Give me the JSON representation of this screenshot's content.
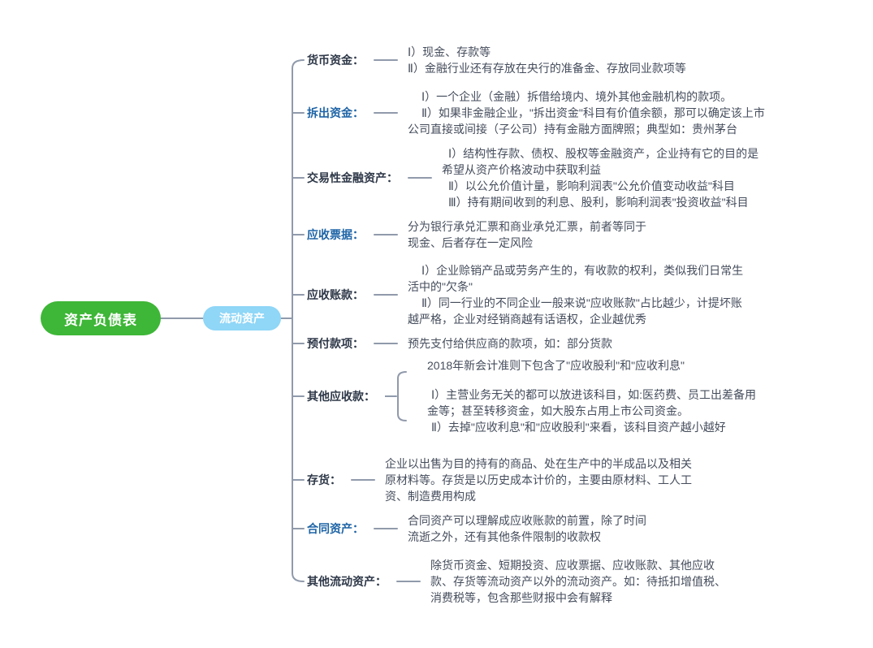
{
  "colors": {
    "root_bg": "#3eb637",
    "level2_bg": "#8fd6f7",
    "edge_line": "#909aab",
    "label_dark": "#2e3848",
    "label_blue": "#1e64a6",
    "body_text": "#454d5c"
  },
  "root": {
    "label": "资产负债表"
  },
  "level2": {
    "label": "流动资产"
  },
  "branches": [
    {
      "label": "货币资金：",
      "style": "dark",
      "lines": [
        "Ⅰ）现金、存款等",
        "Ⅱ）金融行业还有存放在央行的准备金、存放同业款项等"
      ]
    },
    {
      "label": "拆出资金：",
      "style": "blue",
      "lines": [
        "Ⅰ）一个企业（金融）拆借给境内、境外其他金融机构的款项。",
        "Ⅱ）如果非金融企业，\"拆出资金\"科目有价值余额，那可以确定该上市",
        "公司直接或间接（子公司）持有金融方面牌照；典型如：贵州茅台"
      ]
    },
    {
      "label": "交易性金融资产：",
      "style": "dark",
      "lines": [
        "Ⅰ）结构性存款、债权、股权等金融资产，企业持有它的目的是",
        "希望从资产价格波动中获取利益",
        "Ⅱ）以公允价值计量，影响利润表\"公允价值变动收益\"科目",
        "Ⅲ）持有期间收到的利息、股利，影响利润表\"投资收益\"科目"
      ]
    },
    {
      "label": "应收票据：",
      "style": "blue",
      "lines": [
        "分为银行承兑汇票和商业承兑汇票，前者等同于",
        "现金、后者存在一定风险"
      ]
    },
    {
      "label": "应收账款：",
      "style": "dark",
      "lines": [
        "Ⅰ）企业赊销产品或劳务产生的，有收款的权利，类似我们日常生",
        "活中的\"欠条\"",
        "Ⅱ）同一行业的不同企业一般来说\"应收账款\"占比越少，计提坏账",
        "越严格，企业对经销商越有话语权，企业越优秀"
      ]
    },
    {
      "label": "预付款项：",
      "style": "dark",
      "lines": [
        "预先支付给供应商的款项，如：部分货款"
      ]
    },
    {
      "label": "其他应收款：",
      "style": "dark",
      "children": {
        "first": "2018年新会计准则下包含了\"应收股利\"和\"应收利息\"",
        "second": [
          "Ⅰ）主营业务无关的都可以放进该科目，如:医药费、员工出差备用",
          "金等；甚至转移资金，如大股东占用上市公司资金。",
          "Ⅱ）去掉\"应收利息\"和\"应收股利\"来看，该科目资产越小越好"
        ]
      }
    },
    {
      "label": "存货：",
      "style": "dark",
      "lines": [
        "企业以出售为目的持有的商品、处在生产中的半成品以及相关",
        "原材料等。存货是以历史成本计价的，主要由原材料、工人工",
        "资、制造费用构成"
      ]
    },
    {
      "label": "合同资产：",
      "style": "blue",
      "lines": [
        "合同资产可以理解成应收账款的前置，除了时间",
        "流逝之外，还有其他条件限制的收款权"
      ]
    },
    {
      "label": "其他流动资产：",
      "style": "dark",
      "lines": [
        "除货币资金、短期投资、应收票据、应收账款、其他应收",
        "款、存货等流动资产以外的流动资产。如：待抵扣增值税、",
        "消费税等，包含那些财报中会有解释"
      ]
    }
  ]
}
